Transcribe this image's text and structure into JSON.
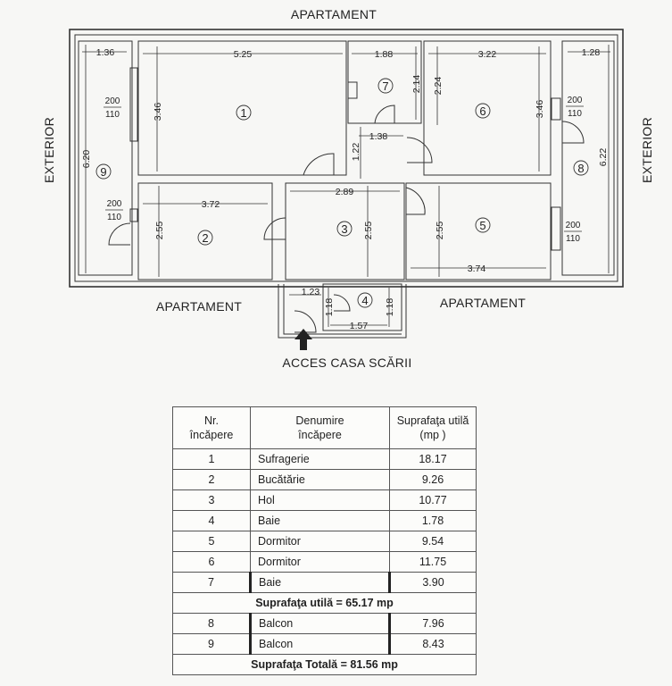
{
  "plan": {
    "neighbor_top": "APARTAMENT",
    "neighbor_left": "APARTAMENT",
    "neighbor_right": "APARTAMENT",
    "exterior_left": "EXTERIOR",
    "exterior_right": "EXTERIOR",
    "access": "ACCES CASA SCĂRII",
    "rooms": [
      "1",
      "2",
      "3",
      "4",
      "5",
      "6",
      "7",
      "8",
      "9"
    ],
    "dims": {
      "r1_w": "5.25",
      "r1_h": "3.46",
      "r2_w": "3.72",
      "r2_h": "2.55",
      "r3_w": "2.89",
      "r3_h": "2.55",
      "r4_w": "1.57",
      "r4_h1": "1.18",
      "r4_h2": "1.18",
      "r5_w": "3.74",
      "r5_h": "2.55",
      "r6_w": "3.22",
      "r6_h1": "2.24",
      "r6_h2": "3.46",
      "r7_w": "1.88",
      "r7_h": "2.14",
      "r8_w": "1.28",
      "r8_h": "6.22",
      "r9_w": "1.36",
      "r9_h": "6.20",
      "hall_upper_w": "1.38",
      "hall_upper_h": "1.22",
      "entry_w": "1.23"
    },
    "windows": {
      "w_top": "200",
      "w_bottom": "110"
    }
  },
  "table": {
    "col_nr": "Nr.\nîncăpere",
    "col_name": "Denumire\nîncăpere",
    "col_area": "Suprafaţa utilă\n(mp )",
    "rows": [
      {
        "nr": "1",
        "name": "Sufragerie",
        "area": "18.17"
      },
      {
        "nr": "2",
        "name": "Bucătărie",
        "area": "9.26"
      },
      {
        "nr": "3",
        "name": "Hol",
        "area": "10.77"
      },
      {
        "nr": "4",
        "name": "Baie",
        "area": "1.78"
      },
      {
        "nr": "5",
        "name": "Dormitor",
        "area": "9.54"
      },
      {
        "nr": "6",
        "name": "Dormitor",
        "area": "11.75"
      },
      {
        "nr": "7",
        "name": "Baie",
        "area": "3.90"
      }
    ],
    "subtotal": "Suprafaţa utilă = 65.17 mp",
    "balcony_rows": [
      {
        "nr": "8",
        "name": "Balcon",
        "area": "7.96"
      },
      {
        "nr": "9",
        "name": "Balcon",
        "area": "8.43"
      }
    ],
    "total": "Suprafaţa Totală = 81.56 mp"
  }
}
